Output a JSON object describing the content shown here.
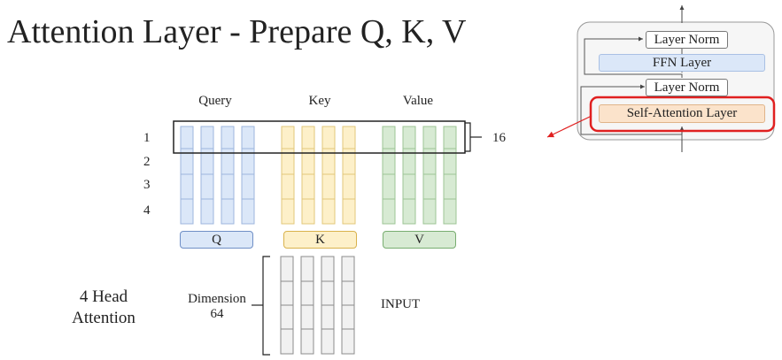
{
  "title": "Attention Layer - Prepare Q, K, V",
  "columns": {
    "query": "Query",
    "key": "Key",
    "value": "Value"
  },
  "rows": [
    "1",
    "2",
    "3",
    "4"
  ],
  "bracket_label": "16",
  "matrices": {
    "q": "Q",
    "k": "K",
    "v": "V"
  },
  "head_label": {
    "line1": "4 Head",
    "line2": "Attention"
  },
  "dimension": {
    "label": "Dimension",
    "value": "64"
  },
  "input_label": "INPUT",
  "block": {
    "top_norm": "Layer Norm",
    "ffn": "FFN Layer",
    "mid_norm": "Layer Norm",
    "self_attention": "Self-Attention Layer"
  },
  "colors": {
    "query_fill": "#dbe7f8",
    "query_stroke": "#9db6de",
    "key_fill": "#fdf0c9",
    "key_stroke": "#e2c77a",
    "value_fill": "#d7ead3",
    "value_stroke": "#9cc496",
    "input_fill": "#f1f1f1",
    "input_stroke": "#8c8c8c",
    "highlight": "#e02020"
  }
}
